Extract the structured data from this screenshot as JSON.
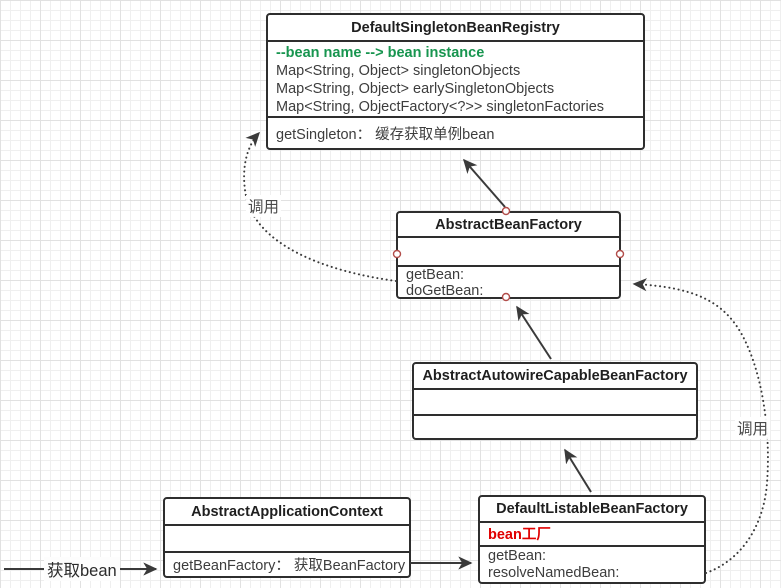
{
  "classes": {
    "default_singleton_bean_registry": {
      "title": "DefaultSingletonBeanRegistry",
      "note": "--bean name --> bean instance",
      "fields": [
        "Map<String, Object> singletonObjects",
        "Map<String, Object> earlySingletonObjects",
        "Map<String, ObjectFactory<?>> singletonFactories"
      ],
      "methods": [
        "getSingleton： 缓存获取单例bean"
      ]
    },
    "abstract_bean_factory": {
      "title": "AbstractBeanFactory",
      "methods": [
        "getBean:",
        "doGetBean:"
      ]
    },
    "abstract_autowire_capable_bean_factory": {
      "title": "AbstractAutowireCapableBeanFactory"
    },
    "abstract_application_context": {
      "title": "AbstractApplicationContext",
      "methods": [
        "getBeanFactory： 获取BeanFactory"
      ]
    },
    "default_listable_bean_factory": {
      "title": "DefaultListableBeanFactory",
      "note": "bean工厂",
      "methods": [
        "getBean:",
        "resolveNamedBean:"
      ]
    }
  },
  "edge_labels": {
    "call_left": "调用",
    "call_right": "调用",
    "get_bean": "获取bean"
  },
  "colors": {
    "note_green": "#17954F",
    "highlight_red": "#E00000",
    "stroke": "#3A3A3A",
    "connection_point_stroke": "#B24D4A"
  }
}
